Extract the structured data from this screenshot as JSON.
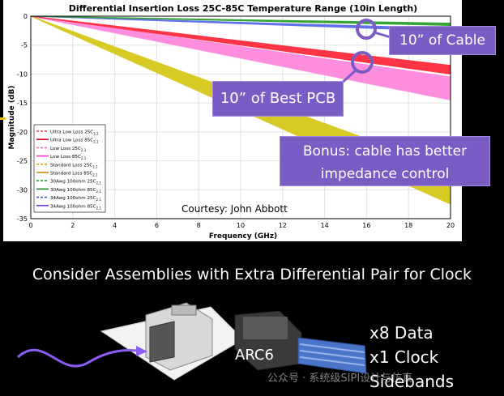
{
  "chart_data": {
    "type": "area",
    "title": "Differential Insertion Loss 25C-85C Temperature Range (10in Length)",
    "xlabel": "Frequency (GHz)",
    "ylabel": "Magnitude (dB)",
    "xlim": [
      0,
      20
    ],
    "ylim": [
      -35,
      0
    ],
    "xticks": [
      "0",
      "2",
      "4",
      "6",
      "8",
      "10",
      "12",
      "14",
      "16",
      "18",
      "20"
    ],
    "yticks": [
      "0",
      "-5",
      "-10",
      "-15",
      "-20",
      "-25",
      "-30",
      "-35"
    ],
    "grid": true,
    "legend_position": "bottom-left",
    "legend": [
      {
        "label": "Ultra Low Loss 25C",
        "sub": "2,1",
        "color": "#ff3b3b",
        "dash": "3,2"
      },
      {
        "label": "Ultra Low Loss 85C",
        "sub": "2,1",
        "color": "#e0001a",
        "dash": ""
      },
      {
        "label": "Low Loss 25C",
        "sub": "2,1",
        "color": "#ff66cc",
        "dash": "3,2"
      },
      {
        "label": "Low Loss 85C",
        "sub": "2,1",
        "color": "#ff33cc",
        "dash": ""
      },
      {
        "label": "Standard Loss 25C",
        "sub": "2,1",
        "color": "#e0a800",
        "dash": "3,2"
      },
      {
        "label": "Standard Loss 85C",
        "sub": "2,1",
        "color": "#d09000",
        "dash": ""
      },
      {
        "label": "30Awg 100ohm 25C",
        "sub": "2,1",
        "color": "#2aa02a",
        "dash": "3,2"
      },
      {
        "label": "30Awg 100ohm 85C",
        "sub": "2,1",
        "color": "#1e8a1e",
        "dash": ""
      },
      {
        "label": "34Awg 100ohm 25C",
        "sub": "2,1",
        "color": "#3a5adf",
        "dash": "3,2"
      },
      {
        "label": "34Awg 100ohm 85C",
        "sub": "2,1",
        "color": "#6a3adf",
        "dash": ""
      }
    ],
    "bands": [
      {
        "name": "Standard Loss",
        "color": "#d6c81a",
        "x": [
          0,
          20
        ],
        "upper": [
          0,
          -26.5
        ],
        "lower": [
          0,
          -32.5
        ]
      },
      {
        "name": "Low Loss",
        "color": "#ff88dd",
        "x": [
          0,
          20
        ],
        "upper": [
          0,
          -10.5
        ],
        "lower": [
          0,
          -14.5
        ]
      },
      {
        "name": "Ultra Low Loss",
        "color": "#ff2a3a",
        "x": [
          0,
          20
        ],
        "upper": [
          0,
          -8.5
        ],
        "lower": [
          0,
          -10.0
        ]
      },
      {
        "name": "34Awg 100ohm",
        "color": "#5a6ae8",
        "x": [
          0,
          20
        ],
        "upper": [
          0,
          -2.1
        ],
        "lower": [
          0,
          -2.6
        ]
      },
      {
        "name": "30Awg 100ohm",
        "color": "#2aa02a",
        "x": [
          0,
          20
        ],
        "upper": [
          0,
          -1.2
        ],
        "lower": [
          0,
          -1.6
        ]
      }
    ],
    "annotations": [
      "Courtesy: John Abbott"
    ]
  },
  "callouts": {
    "cable": "10” of Cable",
    "pcb": "10” of Best PCB",
    "bonus": "Bonus: cable has better impedance control"
  },
  "bottom": {
    "title": "Consider Assemblies with Extra Differential Pair for Clock",
    "connector_label": "ARC6",
    "list": [
      "x8 Data",
      "x1 Clock",
      "Sidebands"
    ],
    "watermark": "公众号 · 系统级SIPI设计与仿真"
  },
  "colors": {
    "callout_fill": "#7b5cc4",
    "callout_circle": "#7b5cc4",
    "arrow": "#7b5cc4"
  }
}
